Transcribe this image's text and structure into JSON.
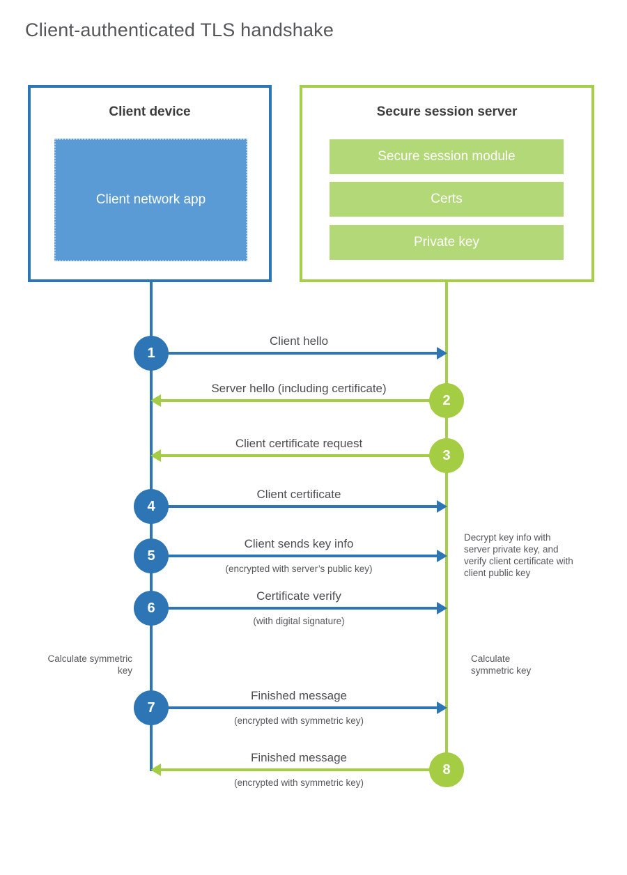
{
  "title": "Client-authenticated TLS handshake",
  "colors": {
    "blue_accent": "#2e75b6",
    "blue_module_fill": "#5b9bd5",
    "green_accent": "#a6ce4b",
    "green_circle": "#a4cd44",
    "green_bar_fill": "#b2d877",
    "text_gray": "#55565a"
  },
  "client": {
    "title": "Client device",
    "module": "Client network app"
  },
  "server": {
    "title": "Secure session server",
    "modules": [
      "Secure session module",
      "Certs",
      "Private key"
    ]
  },
  "steps": [
    {
      "num": "1",
      "label": "Client hello",
      "sub": "",
      "direction": "client-to-server",
      "color": "blue"
    },
    {
      "num": "2",
      "label": "Server hello (including certificate)",
      "sub": "",
      "direction": "server-to-client",
      "color": "green"
    },
    {
      "num": "3",
      "label": "Client certificate request",
      "sub": "",
      "direction": "server-to-client",
      "color": "green"
    },
    {
      "num": "4",
      "label": "Client certificate",
      "sub": "",
      "direction": "client-to-server",
      "color": "blue"
    },
    {
      "num": "5",
      "label": "Client sends key info",
      "sub": "(encrypted with server’s public key)",
      "direction": "client-to-server",
      "color": "blue"
    },
    {
      "num": "6",
      "label": "Certificate verify",
      "sub": "(with digital signature)",
      "direction": "client-to-server",
      "color": "blue"
    },
    {
      "num": "7",
      "label": "Finished message",
      "sub": "(encrypted with symmetric key)",
      "direction": "client-to-server",
      "color": "blue"
    },
    {
      "num": "8",
      "label": "Finished message",
      "sub": "(encrypted with symmetric key)",
      "direction": "server-to-client",
      "color": "green"
    }
  ],
  "notes": {
    "decrypt": "Decrypt key info with server private key, and verify client certificate with client public key",
    "calc_left": "Calculate symmetric key",
    "calc_right": "Calculate symmetric key"
  }
}
